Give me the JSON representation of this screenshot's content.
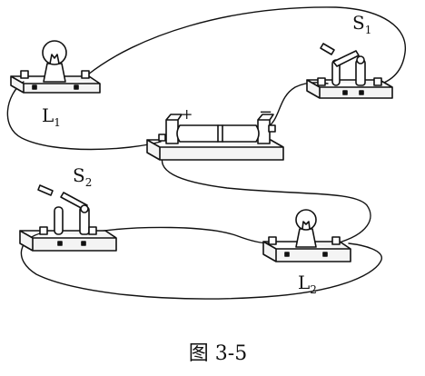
{
  "diagram": {
    "title": "",
    "caption": "图 3-5",
    "components": {
      "lamp_1": {
        "label": "L",
        "subscript": "1"
      },
      "lamp_2": {
        "label": "L",
        "subscript": "2"
      },
      "switch_1": {
        "label": "S",
        "subscript": "1"
      },
      "switch_2": {
        "label": "S",
        "subscript": "2"
      },
      "battery": {
        "plus_sign": "+",
        "minus_sign": "−"
      }
    }
  },
  "colors": {
    "line": "#111111",
    "background": "#ffffff",
    "fill": "#f4f4f4"
  }
}
